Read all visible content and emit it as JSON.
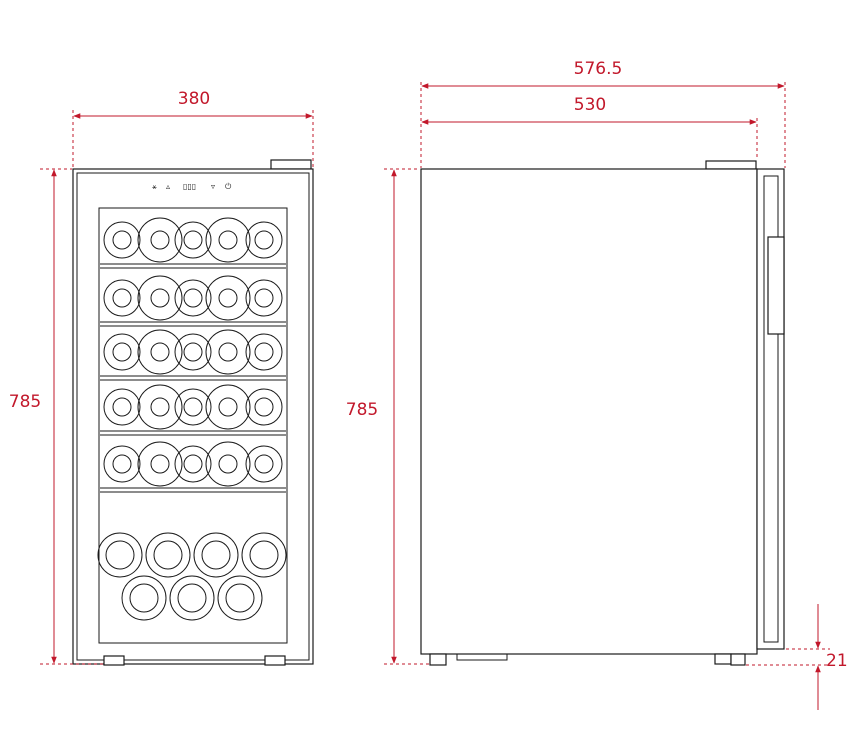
{
  "front_view": {
    "width_label": "380",
    "height_label": "785",
    "control_glyphs": [
      "⚹",
      "▵",
      "▯▯▯",
      "▿",
      "⏻"
    ]
  },
  "side_view": {
    "total_depth_label": "576.5",
    "body_depth_label": "530",
    "height_label": "785",
    "foot_gap_label": "21"
  },
  "colors": {
    "dimension": "#c2182b",
    "outline": "#1a1a1a"
  }
}
